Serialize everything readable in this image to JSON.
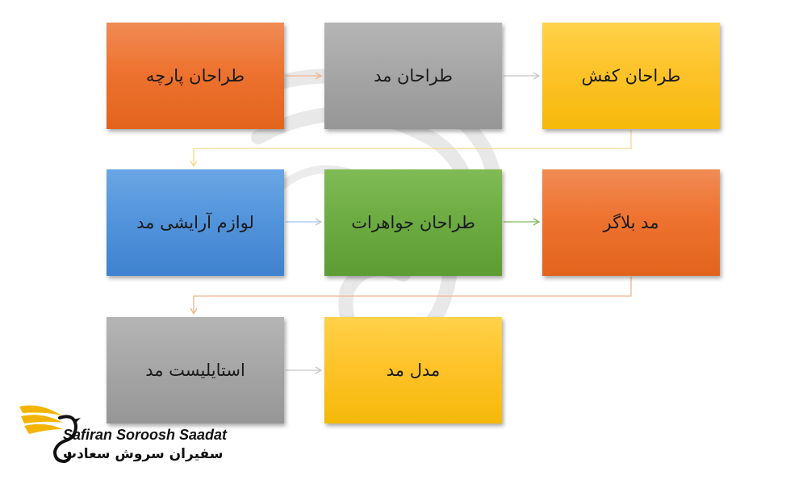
{
  "diagram": {
    "boxes": [
      {
        "id": "fabric-designer",
        "label": "طراحان پارچه"
      },
      {
        "id": "fashion-designer",
        "label": "طراحان مد"
      },
      {
        "id": "shoe-designer",
        "label": "طراحان کفش"
      },
      {
        "id": "fashion-accessories",
        "label": "لوازم آرایشی مد"
      },
      {
        "id": "jewelry-designer",
        "label": "طراحان جواهرات"
      },
      {
        "id": "fashion-blogger",
        "label": "مد بلاگر"
      },
      {
        "id": "fashion-stylist",
        "label": "استایلیست مد"
      },
      {
        "id": "fashion-model",
        "label": "مدل مد"
      }
    ],
    "colors": {
      "orange": "#ee7330",
      "gray": "#a5a5a5",
      "yellow": "#fec32a",
      "blue": "#5193db",
      "green": "#6cab41",
      "arrow_orange": "#f2b48a",
      "arrow_gray": "#c8c8c8",
      "arrow_yellow": "#f8d98a",
      "arrow_green": "#7fb75c"
    }
  },
  "logo": {
    "name_en": "Safiran Soroosh Saadat",
    "name_fa": "سفیران سروش سعادت",
    "icon": "wing-swirl-logo-icon"
  }
}
